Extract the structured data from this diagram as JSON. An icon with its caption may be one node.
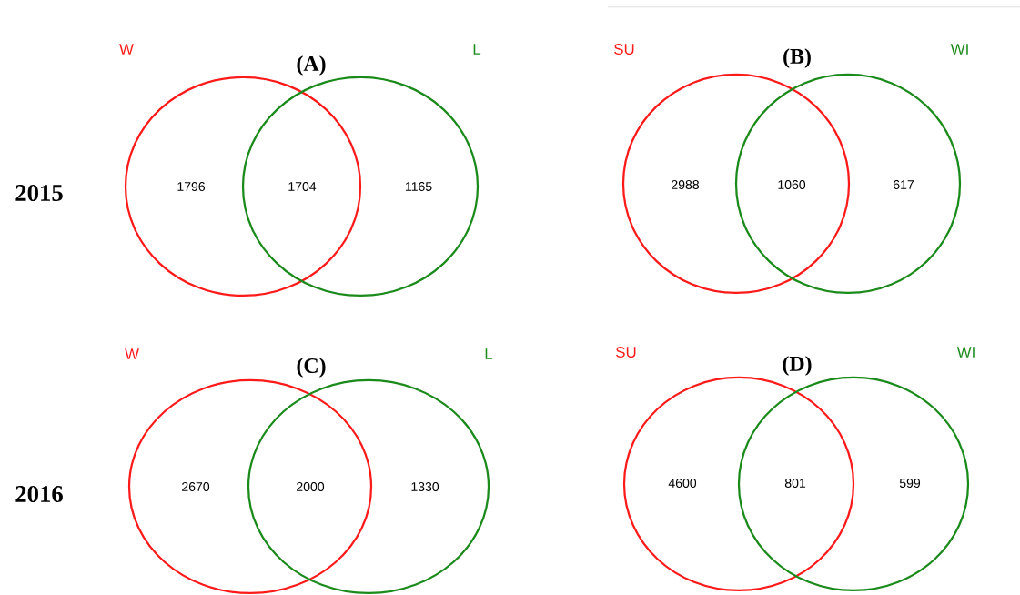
{
  "diagram": {
    "nodes": [
      {
        "text": [],
        "shape": "circle",
        "beside": [
          "W"
        ]
      },
      {
        "text": [],
        "shape": "circle",
        "beside": [
          "L"
        ]
      },
      {
        "text": [],
        "shape": "circle",
        "beside": [
          "SU"
        ]
      },
      {
        "text": [],
        "shape": "circle",
        "beside": [
          "WI"
        ]
      },
      {
        "text": [],
        "shape": "circle",
        "beside": [
          "W"
        ]
      },
      {
        "text": [],
        "shape": "circle",
        "beside": [
          "L"
        ]
      },
      {
        "text": [],
        "shape": "circle",
        "beside": [
          "SU"
        ]
      },
      {
        "text": [],
        "shape": "circle",
        "beside": [
          "WI"
        ]
      }
    ],
    "labels": [
      "(A)",
      "(B)",
      "2015",
      "1796",
      "1704",
      "1165",
      "2988",
      "1060",
      "617",
      "(C)",
      "(D)",
      "2016",
      "2670",
      "2000",
      "1330",
      "4600",
      "801",
      "599"
    ]
  }
}
